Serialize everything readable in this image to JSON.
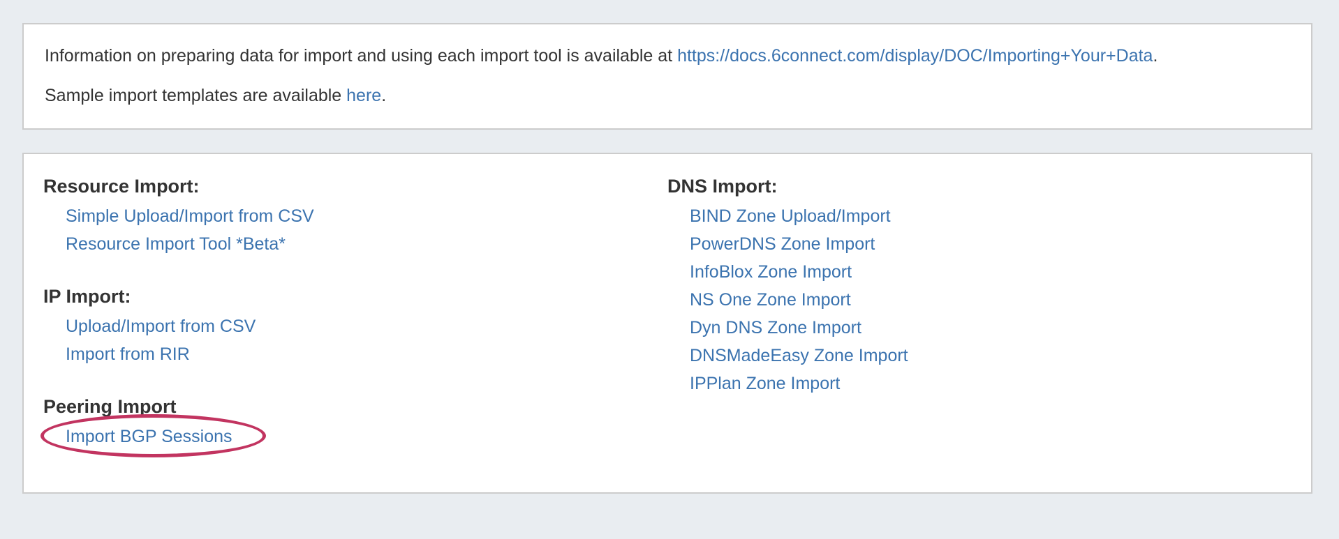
{
  "colors": {
    "background": "#e9edf1",
    "panel_bg": "#ffffff",
    "panel_border": "#cccccc",
    "text": "#333333",
    "link": "#3b73af",
    "annotation": "#c23460"
  },
  "info_panel": {
    "line1_prefix": "Information on preparing data for import and using each import tool is available at ",
    "line1_link": "https://docs.6connect.com/display/DOC/Importing+Your+Data",
    "line1_suffix": ".",
    "line2_prefix": "Sample import templates are available ",
    "line2_link": "here",
    "line2_suffix": "."
  },
  "import_panel": {
    "left_sections": [
      {
        "heading": "Resource Import:",
        "links": [
          "Simple Upload/Import from CSV",
          "Resource Import Tool *Beta*"
        ]
      },
      {
        "heading": "IP Import:",
        "links": [
          "Upload/Import from CSV",
          "Import from RIR"
        ]
      },
      {
        "heading": "Peering Import",
        "links": [
          "Import BGP Sessions"
        ],
        "annotation": "red-ellipse-highlight"
      }
    ],
    "right_sections": [
      {
        "heading": "DNS Import:",
        "links": [
          "BIND Zone Upload/Import",
          "PowerDNS Zone Import",
          "InfoBlox Zone Import",
          "NS One Zone Import",
          "Dyn DNS Zone Import",
          "DNSMadeEasy Zone Import",
          "IPPlan Zone Import"
        ]
      }
    ]
  }
}
